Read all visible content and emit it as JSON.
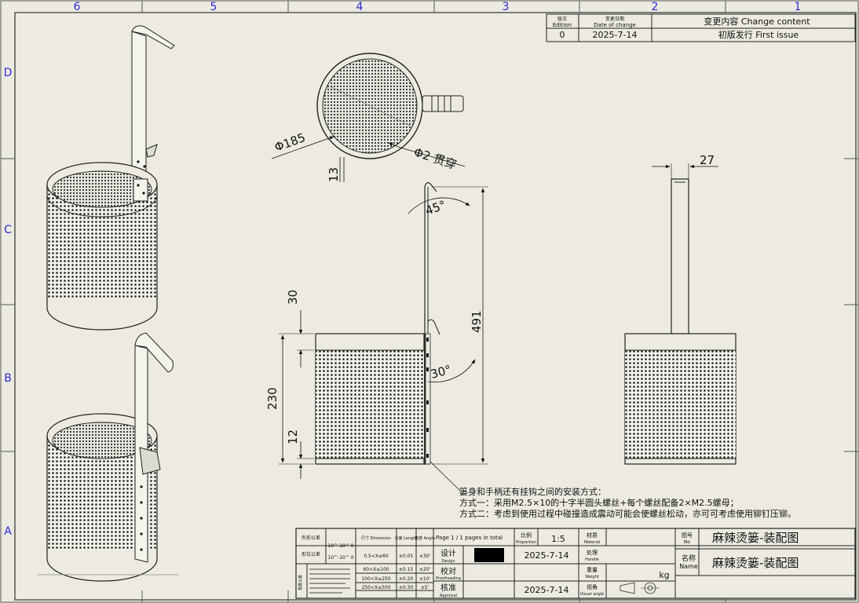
{
  "zones": {
    "columns": [
      "6",
      "5",
      "4",
      "3",
      "2",
      "1"
    ],
    "rows": [
      "D",
      "C",
      "B",
      "A"
    ]
  },
  "revision_table": {
    "headers": {
      "edition_cn": "版次",
      "edition_en": "Edition",
      "date_cn": "变更日期",
      "date_en": "Date of change",
      "content": "变更内容  Change content"
    },
    "rows": [
      {
        "edition": "0",
        "date": "2025-7-14",
        "content": "初版发行 First issue"
      }
    ]
  },
  "dimensions": {
    "diameter": "Φ185",
    "hole": "Φ2 贯穿",
    "gap": "13",
    "handle_width": "27",
    "hook_angle": "45°",
    "height_total": "491",
    "handle_offset": "30",
    "body_height": "230",
    "bottom_offset": "12",
    "bracket_angle": "30°"
  },
  "notes": [
    "篓身和手柄还有挂钩之间的安装方式：",
    "方式一：采用M2.5×10的十字半圆头螺丝+每个螺丝配备2×M2.5螺母；",
    "方式二：考虑到使用过程中碰撞造成震动可能会使螺丝松动，亦可可考虑使用铆钉压铆。"
  ],
  "title_block": {
    "sheet_info": "Page 1 / 1 pages in total",
    "scale_label": "比例",
    "scale_label_en": "Proportion",
    "scale": "1:5",
    "material_label": "材质",
    "material_label_en": "Material",
    "design_label": "设计",
    "design_label_en": "Design",
    "design_date": "2025-7-14",
    "handle_label": "处理",
    "handle_label_en": "Handle",
    "proof_label": "校对",
    "proof_label_en": "Proofreading",
    "weight_label": "重量",
    "weight_label_en": "Weight",
    "weight_unit": "kg",
    "approval_label": "核准",
    "approval_label_en": "Approval",
    "approval_date": "2025-7-14",
    "view_label": "视角",
    "view_label_en": "Visual angle",
    "drawing_no_label": "图号",
    "drawing_no_label_en": "No",
    "drawing_no": "麻辣烫篓-装配图",
    "name_label": "名称",
    "name_label_en": "Name",
    "name": "麻辣烫篓-装配图"
  },
  "tolerance_table": {
    "col1": [
      "外形公差",
      "形位公差",
      "角度公差"
    ],
    "col1_values": [
      "10^-10^ 0",
      "10^-10^ 0",
      ""
    ],
    "sizes": [
      "尺寸 Dimension",
      "0.5<X≤60",
      "60<X≤100",
      "100<X≤250",
      "250<X≤500"
    ],
    "linear": [
      "公差 Length",
      "±0.05",
      "±0.15",
      "±0.20",
      "±0.30"
    ],
    "angle": [
      "角度 Angle",
      "±30'",
      "±20'",
      "±10'",
      "±5'"
    ]
  }
}
